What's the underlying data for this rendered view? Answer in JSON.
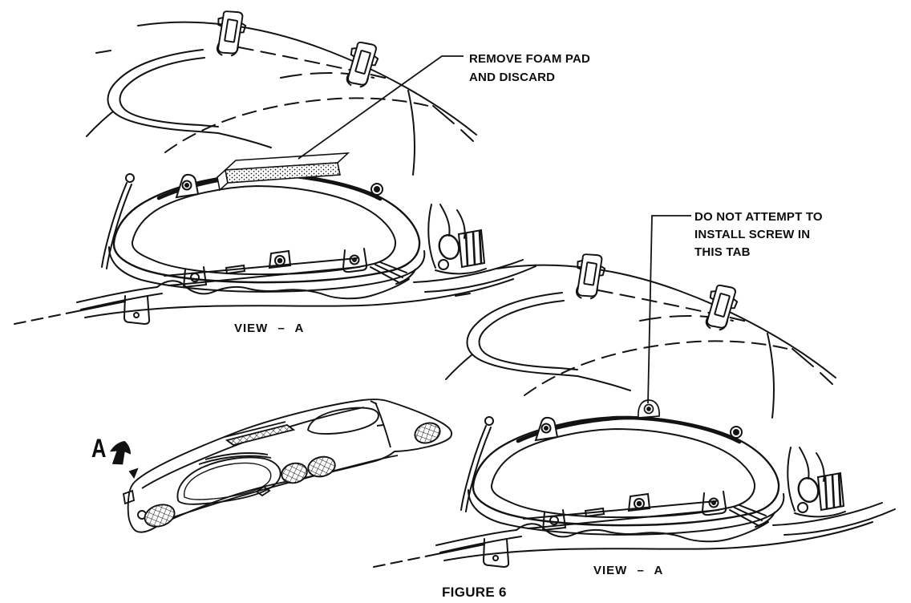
{
  "figure": {
    "caption": "FIGURE 6",
    "ink_color": "#141414",
    "background_color": "#ffffff"
  },
  "annotations": {
    "foam_pad": {
      "line1": "REMOVE FOAM PAD",
      "line2": "AND DISCARD"
    },
    "screw_warning": {
      "line1": "DO NOT ATTEMPT TO",
      "line2": "INSTALL SCREW IN",
      "line3": "THIS TAB"
    },
    "view_label_left": "VIEW – A",
    "view_label_right": "VIEW – A",
    "detail_marker": "A"
  }
}
